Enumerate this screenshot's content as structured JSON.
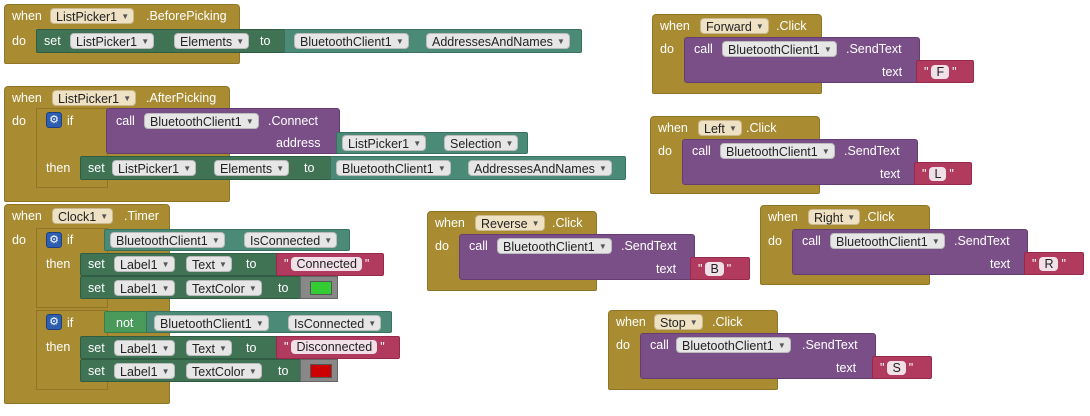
{
  "kw": {
    "when": "when",
    "do": "do",
    "set": "set",
    "to": "to",
    "call": "call",
    "if": "if",
    "then": "then",
    "not": "not",
    "address": "address",
    "text": "text"
  },
  "beforePicking": {
    "component": "ListPicker1",
    "event": ".BeforePicking",
    "target": "ListPicker1",
    "prop": "Elements",
    "src": "BluetoothClient1",
    "srcProp": "AddressesAndNames"
  },
  "afterPicking": {
    "component": "ListPicker1",
    "event": ".AfterPicking",
    "callComp": "BluetoothClient1",
    "method": ".Connect",
    "addrComp": "ListPicker1",
    "addrProp": "Selection",
    "target": "ListPicker1",
    "prop": "Elements",
    "src": "BluetoothClient1",
    "srcProp": "AddressesAndNames"
  },
  "timer": {
    "component": "Clock1",
    "event": ".Timer",
    "cond1Comp": "BluetoothClient1",
    "cond1Prop": "IsConnected",
    "label": "Label1",
    "textProp": "Text",
    "connected": "Connected",
    "colorProp": "TextColor",
    "cond2Comp": "BluetoothClient1",
    "cond2Prop": "IsConnected",
    "disconnected": "Disconnected",
    "color1": "#33cc33",
    "color2": "#cc0000"
  },
  "forward": {
    "component": "Forward",
    "event": ".Click",
    "callComp": "BluetoothClient1",
    "method": ".SendText",
    "value": "F"
  },
  "left": {
    "component": "Left",
    "event": ".Click",
    "callComp": "BluetoothClient1",
    "method": ".SendText",
    "value": "L"
  },
  "reverse": {
    "component": "Reverse",
    "event": ".Click",
    "callComp": "BluetoothClient1",
    "method": ".SendText",
    "value": "B"
  },
  "right": {
    "component": "Right",
    "event": ".Click",
    "callComp": "BluetoothClient1",
    "method": ".SendText",
    "value": "R"
  },
  "stop": {
    "component": "Stop",
    "event": ".Click",
    "callComp": "BluetoothClient1",
    "method": ".SendText",
    "value": "S"
  },
  "quote": "\""
}
